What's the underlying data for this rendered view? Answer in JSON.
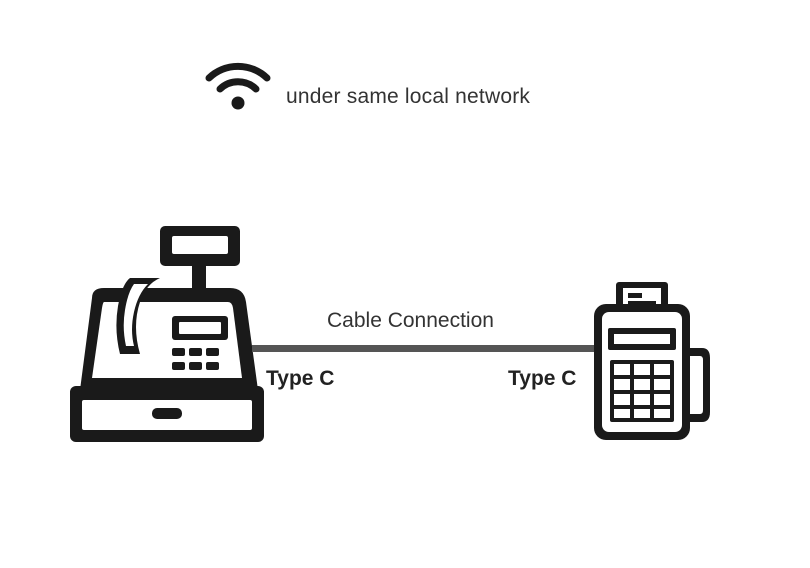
{
  "network": {
    "icon": "wifi-icon",
    "label": "under same local network"
  },
  "devices": {
    "left": {
      "icon": "cash-register-icon",
      "port_label": "Type C"
    },
    "right": {
      "icon": "payment-terminal-icon",
      "port_label": "Type C"
    }
  },
  "connection": {
    "label": "Cable Connection",
    "color": "#555555"
  },
  "colors": {
    "icon": "#1a1a1a",
    "text": "#333333",
    "background": "#ffffff"
  }
}
